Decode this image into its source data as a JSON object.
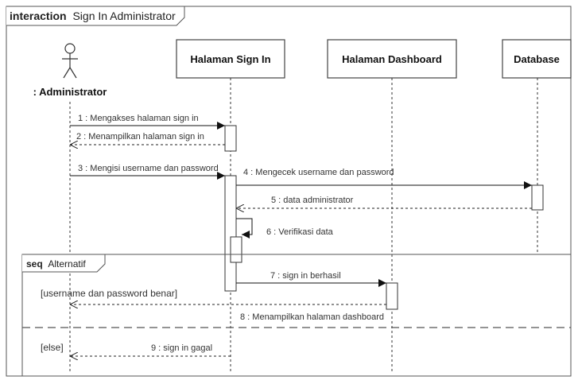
{
  "interaction": {
    "keyword": "interaction",
    "name": "Sign In Administrator"
  },
  "actor": {
    "name": ": Administrator"
  },
  "lifelines": [
    {
      "name": "Halaman Sign In"
    },
    {
      "name": "Halaman Dashboard"
    },
    {
      "name": "Database"
    }
  ],
  "messages": [
    {
      "label": "1 : Mengakses halaman sign in",
      "kind": "sync"
    },
    {
      "label": "2 : Menampilkan halaman sign in",
      "kind": "reply"
    },
    {
      "label": "3 : Mengisi username dan password",
      "kind": "sync"
    },
    {
      "label": "4 : Mengecek username dan password",
      "kind": "sync"
    },
    {
      "label": "5 : data administrator",
      "kind": "reply"
    },
    {
      "label": "6 : Verifikasi data",
      "kind": "self"
    },
    {
      "label": "7 : sign in berhasil",
      "kind": "sync"
    },
    {
      "label": "8 : Menampilkan halaman dashboard",
      "kind": "reply"
    },
    {
      "label": "9 : sign in gagal",
      "kind": "reply"
    }
  ],
  "fragment": {
    "keyword": "seq",
    "name": "Alternatif",
    "guards": [
      "[username dan password benar]",
      "[else]"
    ]
  },
  "colors": {
    "line": "#222222",
    "frame": "#444444",
    "text": "#222222",
    "background": "#ffffff"
  }
}
